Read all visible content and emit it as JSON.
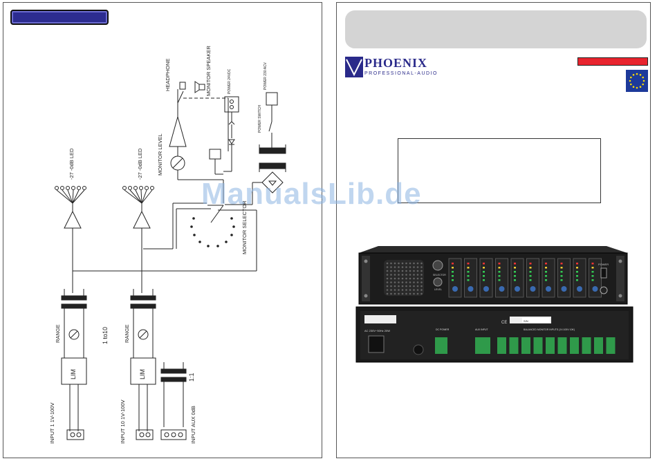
{
  "watermark": "ManualsLib.de",
  "brand": {
    "name": "PHOENIX",
    "sub": "PROFESSIONAL-AUDIO"
  },
  "diagram": {
    "headphone": "HEADPHONE",
    "monitor_speaker": "MONITOR SPEAKER",
    "power_dc": "POWER 24VDC",
    "power_ac": "POWER 230 ACV",
    "power_switch": "POWER SWITCH",
    "led1": "-27 -0dB LED",
    "led2": "-27 -0dB LED",
    "monitor_level": "MONITOR LEVEL",
    "monitor_selector": "MONITOR SELECTOR",
    "range1": "RANGE",
    "range2": "RANGE",
    "ratio1": "1 to10",
    "lim1": "LIM",
    "lim2": "LIM",
    "ratio2": "1:1",
    "input1": "INPUT 1 1V-100V",
    "input10": "INPUT 10 1V-100V",
    "input_aux": "INPUT AUX 0dB"
  },
  "device": {
    "dc_power": "DC POWER",
    "aux_input": "AUX INPUT",
    "balanced": "BALANCED MONITOR INPUTS (1V-100V 10K)",
    "ac_rating": "AC 230V~50Hz 20W",
    "power": "POWER",
    "selector": "SELECTOR",
    "level": "LEVEL",
    "ce": "CE",
    "sn": "S/N"
  }
}
